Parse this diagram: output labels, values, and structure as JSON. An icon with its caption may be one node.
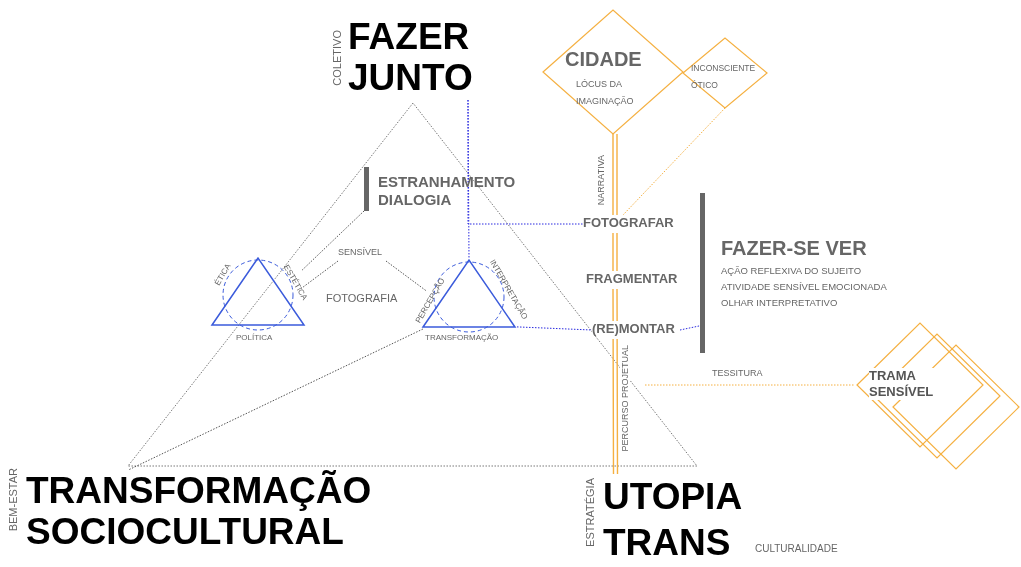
{
  "diagram": {
    "nodes": [
      {
        "text": [
          "FAZER JUNTO"
        ],
        "beside": [
          "COLETIVO"
        ]
      },
      {
        "text": [
          "TRANSFORMAÇÃO SOCIOCULTURAL"
        ],
        "beside": [
          "BEM-ESTAR"
        ]
      },
      {
        "text": [
          "UTOPIA TRANS"
        ],
        "beside": [
          "ESTRATÉGIA",
          "CULTURALIDADE"
        ]
      },
      {
        "text": [
          "CIDADE",
          "LÓCUS DA IMAGINAÇÃO"
        ]
      },
      {
        "text": [
          "INCONSCIENTE ÓTICO"
        ]
      },
      {
        "text": [
          "ESTRANHAMENTO DIALOGIA"
        ]
      },
      {
        "text": [],
        "shape": "triangle",
        "beside": [
          "ÉTICA",
          "ESTÉTICA",
          "POLÍTICA"
        ]
      },
      {
        "text": [],
        "shape": "triangle",
        "beside": [
          "PERCEPÇÃO",
          "INTERPRETAÇÃO",
          "TRANSFORMAÇÃO"
        ]
      },
      {
        "text": [
          "FOTOGRAFAR"
        ]
      },
      {
        "text": [
          "FRAGMENTAR"
        ]
      },
      {
        "text": [
          "(RE)MONTAR"
        ]
      },
      {
        "text": [
          "FAZER-SE VER",
          "AÇÃO REFLEXIVA DO SUJEITO",
          "ATIVIDADE SENSÍVEL EMOCIONADA",
          "OLHAR INTERPRETATIVO"
        ]
      },
      {
        "text": [
          "TRAMA SENSÍVEL"
        ]
      },
      {
        "text": [
          "SENSÍVEL"
        ]
      }
    ],
    "edges": [
      {
        "from": 0,
        "to": 7,
        "arrow": "none",
        "style": "dashed",
        "color": "#2a2ae0"
      },
      {
        "from": 0,
        "to": 8,
        "arrow": "none",
        "style": "dashed",
        "color": "#2a2ae0"
      },
      {
        "from": 7,
        "to": 10,
        "arrow": "none",
        "style": "dashed",
        "color": "#2a2ae0"
      },
      {
        "from": 10,
        "to": 11,
        "arrow": "none",
        "style": "dashed",
        "color": "#2a2ae0"
      },
      {
        "from": 4,
        "to": 8,
        "arrow": "none",
        "style": "dashed",
        "color": "#f5b041"
      },
      {
        "from": 3,
        "to": 8,
        "arrow": "none",
        "label": "NARRATIVA",
        "color": "#f5b041"
      },
      {
        "from": 8,
        "to": 9,
        "arrow": "none",
        "color": "#f5b041"
      },
      {
        "from": 9,
        "to": 10,
        "arrow": "none",
        "color": "#f5b041"
      },
      {
        "from": 10,
        "to": 2,
        "arrow": "none",
        "label": "PERCURSO PROJETUAL",
        "color": "#f5b041"
      },
      {
        "from": null,
        "to": 12,
        "arrow": "none",
        "label": "TESSITURA",
        "style": "dashed",
        "color": "#f5b041"
      },
      {
        "from": 13,
        "to": 6,
        "arrow": "none",
        "style": "dashed",
        "color": "#555555"
      },
      {
        "from": 13,
        "to": 7,
        "arrow": "none",
        "style": "dashed",
        "color": "#555555"
      },
      {
        "from": 5,
        "to": 6,
        "arrow": "none",
        "style": "dashed",
        "color": "#555555"
      },
      {
        "from": 7,
        "to": 1,
        "arrow": "none",
        "style": "dashed",
        "color": "#555555"
      }
    ],
    "labels": [
      "FOTOGRAFIA"
    ]
  }
}
